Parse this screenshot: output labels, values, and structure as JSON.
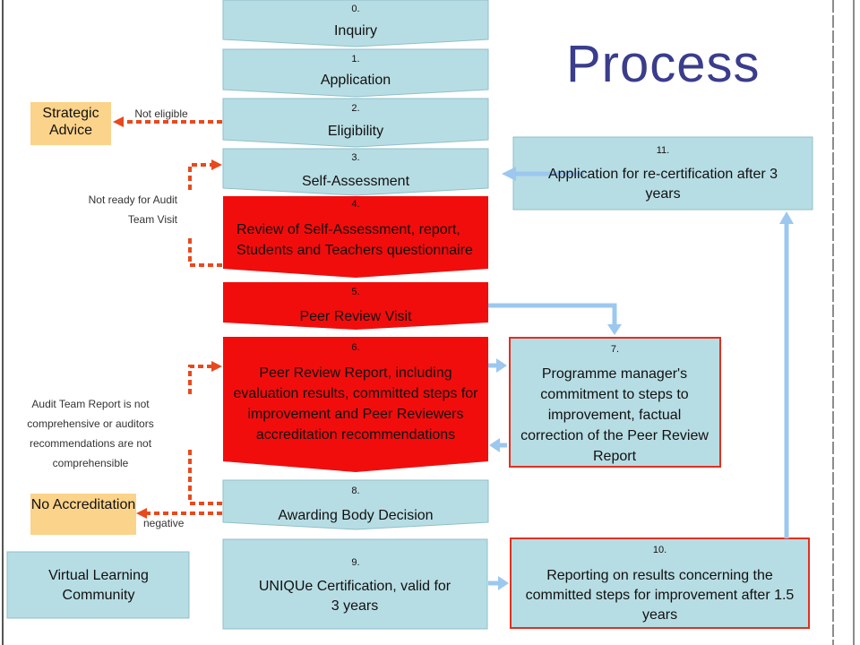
{
  "title": "Process",
  "steps": [
    {
      "num": "0.",
      "label": "Inquiry"
    },
    {
      "num": "1.",
      "label": "Application"
    },
    {
      "num": "2.",
      "label": "Eligibility"
    },
    {
      "num": "3.",
      "label": "Self-Assessment"
    },
    {
      "num": "4.",
      "label": "Review of Self-Assessment, report, Students and Teachers questionnaire"
    },
    {
      "num": "5.",
      "label": "Peer Review Visit"
    },
    {
      "num": "6.",
      "label": "Peer Review Report, including evaluation results, committed steps for improvement and Peer Reviewers accreditation recommendations"
    },
    {
      "num": "7.",
      "label": "Programme manager's commitment to steps to improvement, factual correction of the Peer Review Report"
    },
    {
      "num": "8.",
      "label": "Awarding Body Decision"
    },
    {
      "num": "9.",
      "label": "UNIQUe Certification, valid for 3 years"
    },
    {
      "num": "10.",
      "label": "Reporting on results concerning the committed steps for improvement after 1.5 years"
    },
    {
      "num": "11.",
      "label": "Application for re-certification after 3 years"
    }
  ],
  "outcomes": {
    "strategic_advice": "Strategic Advice",
    "no_accreditation": "No Accreditation",
    "virtual_learning": "Virtual Learning Community"
  },
  "edge_labels": {
    "not_eligible": "Not eligible",
    "not_ready": "Not ready for Audit Team Visit",
    "report_issue": "Audit Team Report is not comprehensive or auditors recommendations are not comprehensible",
    "negative": "negative"
  },
  "colors": {
    "teal": "#b7dde4",
    "red": "#f20d0d",
    "orange_dash": "#e8491d",
    "blue_arrow": "#9cc8ef",
    "tag": "#fcd38a",
    "title": "#3a3c8c"
  }
}
